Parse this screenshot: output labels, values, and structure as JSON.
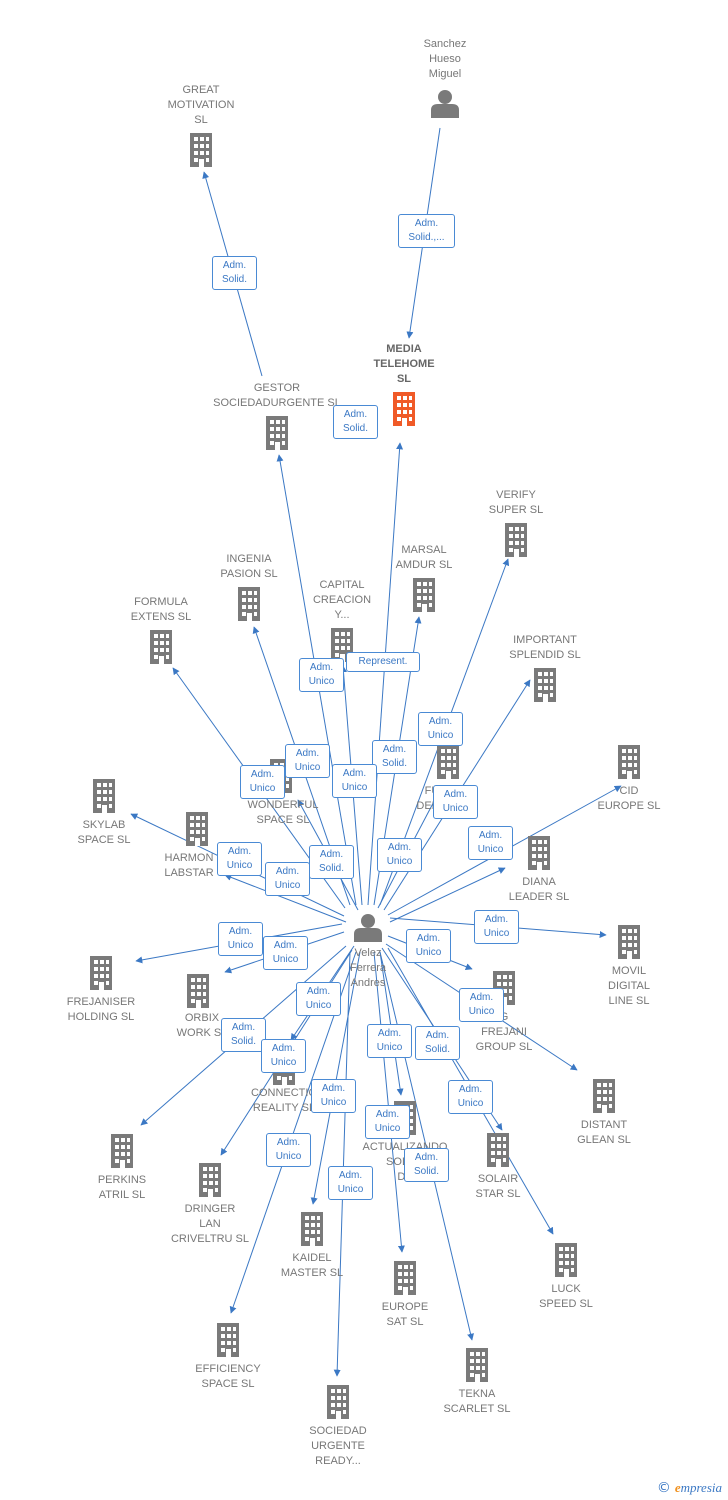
{
  "colors": {
    "edge": "#3b78c4",
    "building": "#7a7a7a",
    "focus_building": "#f05a28",
    "person": "#7a7a7a"
  },
  "nodes": [
    {
      "id": "sanchez",
      "type": "person",
      "label": "Sanchez\nHueso\nMiguel"
    },
    {
      "id": "great",
      "type": "company",
      "label": "GREAT\nMOTIVATION\nSL"
    },
    {
      "id": "media",
      "type": "company",
      "focus": true,
      "label": "MEDIA\nTELEHOME\nSL"
    },
    {
      "id": "gestor",
      "type": "company",
      "label": "GESTOR\nSOCIEDADURGENTE SL"
    },
    {
      "id": "verify",
      "type": "company",
      "label": "VERIFY\nSUPER SL"
    },
    {
      "id": "ingenia",
      "type": "company",
      "label": "INGENIA\nPASION SL"
    },
    {
      "id": "marsal",
      "type": "company",
      "label": "MARSAL\nAMDUR SL"
    },
    {
      "id": "capital",
      "type": "company",
      "label": "CAPITAL\nCREACION\nY..."
    },
    {
      "id": "formula",
      "type": "company",
      "label": "FORMULA\nEXTENS SL"
    },
    {
      "id": "important",
      "type": "company",
      "label": "IMPORTANT\nSPLENDID SL"
    },
    {
      "id": "cid",
      "type": "company",
      "label": "CID\nEUROPE SL"
    },
    {
      "id": "wonderful",
      "type": "company",
      "label": "WONDERFUL\nSPACE SL"
    },
    {
      "id": "fu",
      "type": "company",
      "label": "FU\nDEF L"
    },
    {
      "id": "skylab",
      "type": "company",
      "label": "SKYLAB\nSPACE SL"
    },
    {
      "id": "harmon",
      "type": "company",
      "label": "HARMON\nLABSTAR"
    },
    {
      "id": "diana",
      "type": "company",
      "label": "DIANA\nLEADER SL"
    },
    {
      "id": "velez",
      "type": "person",
      "label": "Velez\nFerrera\nAndres"
    },
    {
      "id": "movil",
      "type": "company",
      "label": "MOVIL\nDIGITAL\nLINE SL"
    },
    {
      "id": "frejaniser",
      "type": "company",
      "label": "FREJANISER\nHOLDING SL"
    },
    {
      "id": "orbix",
      "type": "company",
      "label": "ORBIX\nWORK SL"
    },
    {
      "id": "frejani",
      "type": "company",
      "label": "G\nFREJANI\nGROUP SL"
    },
    {
      "id": "distant",
      "type": "company",
      "label": "DISTANT\nGLEAN SL"
    },
    {
      "id": "connection",
      "type": "company",
      "label": "CONNECTIO\nREALITY SL"
    },
    {
      "id": "perkins",
      "type": "company",
      "label": "PERKINS\nATRIL SL"
    },
    {
      "id": "actualizando",
      "type": "company",
      "label": "ACTUALIZANDO\nSOLUC\nDE"
    },
    {
      "id": "solair",
      "type": "company",
      "label": "SOLAIR\nSTAR SL"
    },
    {
      "id": "dringer",
      "type": "company",
      "label": "DRINGER\nLAN\nCRIVELTRU SL"
    },
    {
      "id": "kaidel",
      "type": "company",
      "label": "KAIDEL\nMASTER SL"
    },
    {
      "id": "luck",
      "type": "company",
      "label": "LUCK\nSPEED SL"
    },
    {
      "id": "europe",
      "type": "company",
      "label": "EUROPE\nSAT SL"
    },
    {
      "id": "efficiency",
      "type": "company",
      "label": "EFFICIENCY\nSPACE SL"
    },
    {
      "id": "tekna",
      "type": "company",
      "label": "TEKNA\nSCARLET SL"
    },
    {
      "id": "sociedad",
      "type": "company",
      "label": "SOCIEDAD\nURGENTE\nREADY..."
    }
  ],
  "edges": [
    {
      "from": "sanchez",
      "to": "media",
      "label": "Adm.\nSolid.,..."
    },
    {
      "from": "gestor",
      "to": "great",
      "label": "Adm.\nSolid."
    },
    {
      "from": "velez",
      "to": "media",
      "label": "Adm.\nSolid."
    },
    {
      "from": "velez",
      "to": "gestor",
      "label": "Adm.\nUnico"
    },
    {
      "from": "velez",
      "to": "capital",
      "label": "Represent."
    },
    {
      "from": "velez",
      "to": "ingenia",
      "label": "Adm.\nUnico"
    },
    {
      "from": "velez",
      "to": "marsal",
      "label": "Adm.\nSolid."
    },
    {
      "from": "velez",
      "to": "verify",
      "label": "Adm.\nUnico"
    },
    {
      "from": "velez",
      "to": "formula",
      "label": "Adm.\nUnico"
    },
    {
      "from": "velez",
      "to": "important",
      "label": "Adm.\nUnico"
    },
    {
      "from": "velez",
      "to": "cid",
      "label": "Adm.\nUnico"
    },
    {
      "from": "velez",
      "to": "wonderful",
      "label": "Adm.\nSolid."
    },
    {
      "from": "velez",
      "to": "fu",
      "label": "Adm.\nUnico"
    },
    {
      "from": "velez",
      "to": "skylab",
      "label": "Adm.\nUnico"
    },
    {
      "from": "velez",
      "to": "harmon",
      "label": "Adm.\nUnico"
    },
    {
      "from": "velez",
      "to": "diana",
      "label": "Adm.\nUnico"
    },
    {
      "from": "velez",
      "to": "movil",
      "label": "Adm.\nUnico"
    },
    {
      "from": "velez",
      "to": "frejaniser",
      "label": "Adm.\nUnico"
    },
    {
      "from": "velez",
      "to": "orbix",
      "label": "Adm.\nUnico"
    },
    {
      "from": "velez",
      "to": "frejani",
      "label": "Adm.\nUnico"
    },
    {
      "from": "velez",
      "to": "distant",
      "label": "Adm.\nUnico"
    },
    {
      "from": "velez",
      "to": "connection",
      "label": "Adm.\nUnico"
    },
    {
      "from": "velez",
      "to": "perkins",
      "label": "Adm.\nSolid."
    },
    {
      "from": "velez",
      "to": "actualizando",
      "label": "Adm.\nUnico"
    },
    {
      "from": "velez",
      "to": "solair",
      "label": "Adm.\nSolid."
    },
    {
      "from": "velez",
      "to": "dringer",
      "label": "Adm.\nUnico"
    },
    {
      "from": "velez",
      "to": "kaidel",
      "label": "Adm.\nUnico"
    },
    {
      "from": "velez",
      "to": "luck",
      "label": "Adm.\nUnico"
    },
    {
      "from": "velez",
      "to": "europe",
      "label": "Adm.\nUnico"
    },
    {
      "from": "velez",
      "to": "efficiency",
      "label": "Adm.\nUnico"
    },
    {
      "from": "velez",
      "to": "tekna",
      "label": "Adm.\nSolid."
    },
    {
      "from": "velez",
      "to": "sociedad",
      "label": "Adm.\nUnico"
    }
  ],
  "footer": {
    "copyright": "©",
    "brand_initial": "e",
    "brand_rest": "mpresia"
  }
}
